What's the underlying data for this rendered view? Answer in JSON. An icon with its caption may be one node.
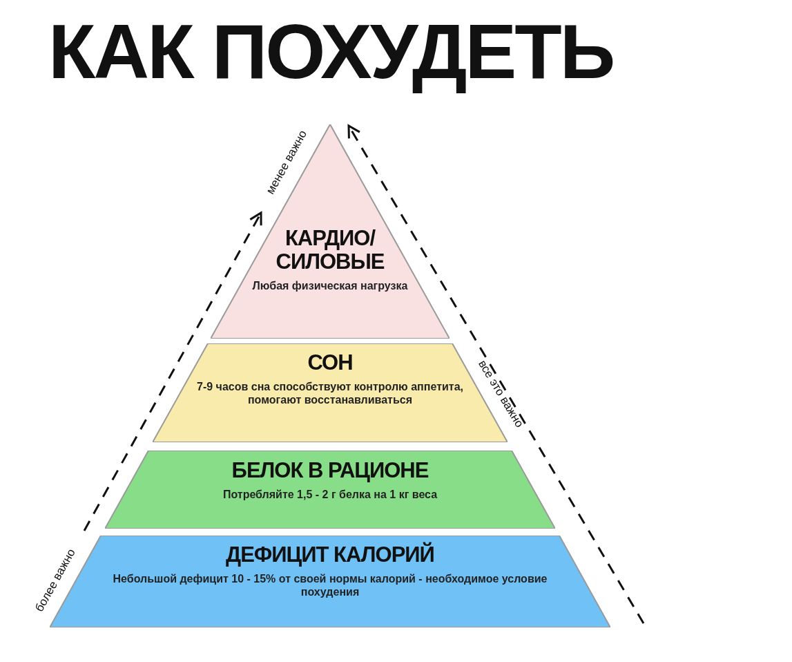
{
  "diagram": {
    "title": "КАК ПОХУДЕТЬ",
    "nodes": [
      {
        "text": [
          "КАРДИО/ СИЛОВЫЕ",
          "Любая физическая нагрузка"
        ]
      },
      {
        "text": [
          "СОН",
          "7-9 часов сна способствуют контролю аппетита, помогают восстанавливаться"
        ]
      },
      {
        "text": [
          "БЕЛОК В РАЦИОНЕ",
          "Потребляйте 1,5 - 2 г белка на 1 кг веса"
        ]
      },
      {
        "text": [
          "ДЕФИЦИТ КАЛОРИЙ",
          "Небольшой дефицит 10 - 15% от своей нормы калорий - необходимое условие похудения"
        ]
      }
    ],
    "labels": [
      "менее важно",
      "все это важно",
      "более важно"
    ]
  }
}
